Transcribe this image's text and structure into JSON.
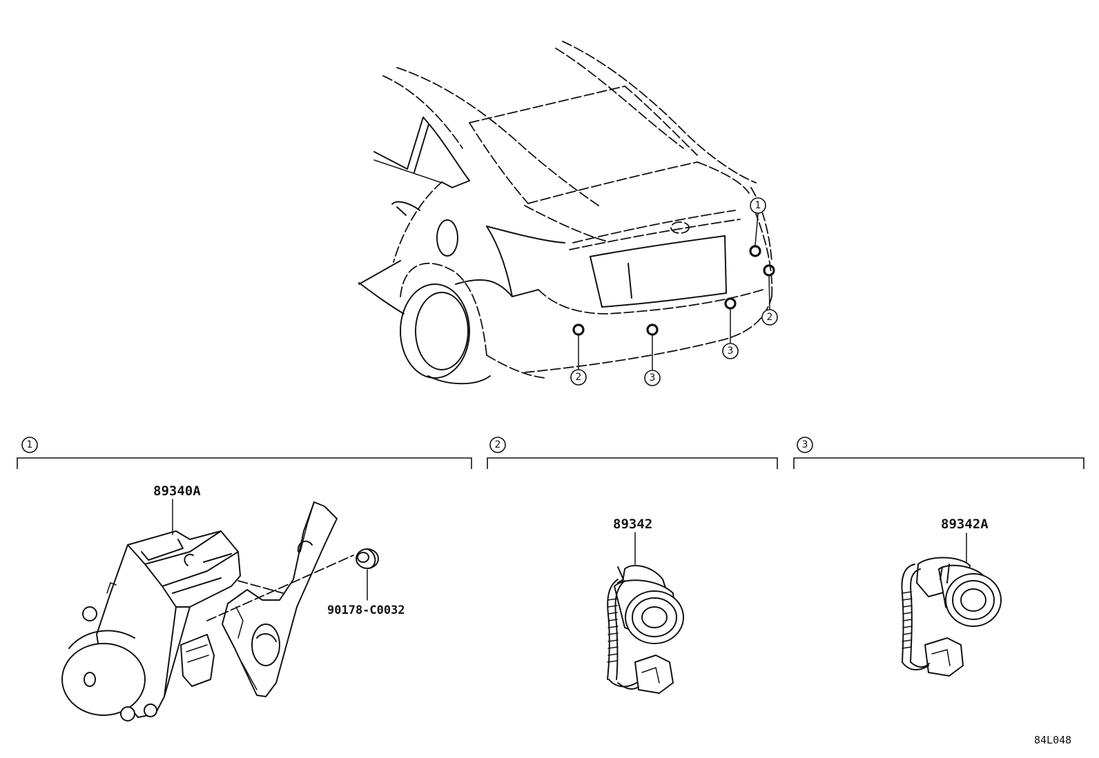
{
  "diagram_ref": "84L048",
  "groups": [
    {
      "number": "1",
      "parts": [
        "89340A",
        "90178-C0032"
      ]
    },
    {
      "number": "2",
      "parts": [
        "89342"
      ]
    },
    {
      "number": "3",
      "parts": [
        "89342A"
      ]
    }
  ],
  "vehicle_callouts": [
    "1",
    "2",
    "2",
    "3",
    "3"
  ]
}
